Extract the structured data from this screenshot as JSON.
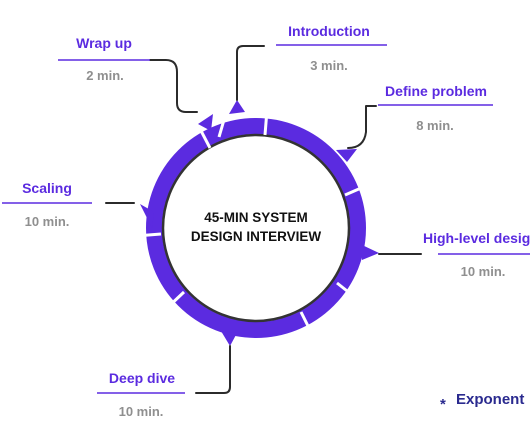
{
  "title_lines": [
    "45-MIN SYSTEM",
    "DESIGN INTERVIEW"
  ],
  "stages": [
    {
      "label": "Introduction",
      "duration": "3 min."
    },
    {
      "label": "Define problem",
      "duration": "8 min."
    },
    {
      "label": "High-level design",
      "duration": "10 min."
    },
    {
      "label": "Deep dive",
      "duration": "10 min."
    },
    {
      "label": "Scaling",
      "duration": "10 min."
    },
    {
      "label": "Wrap up",
      "duration": "2 min."
    }
  ],
  "brand": {
    "star": "*",
    "name": "Exponent"
  },
  "colors": {
    "accent": "#5b2be0",
    "muted": "#8f8f8f",
    "connector": "#2b2b2b",
    "ring_inner": "#333333"
  }
}
